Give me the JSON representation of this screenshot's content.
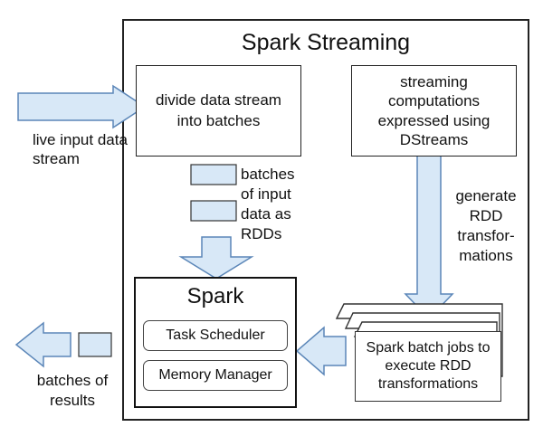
{
  "spark_streaming": {
    "title": "Spark Streaming",
    "divide_box": "divide data stream into batches",
    "streaming_box": "streaming computations expressed using DStreams"
  },
  "input": {
    "label": "live input data stream"
  },
  "batches_input": {
    "label": "batches of input data as RDDs"
  },
  "generate": {
    "label": "generate RDD transfor-mations"
  },
  "spark": {
    "title": "Spark",
    "task_scheduler": "Task Scheduler",
    "memory_manager": "Memory Manager"
  },
  "batch_jobs": {
    "label": "Spark batch jobs to execute RDD transformations"
  },
  "output": {
    "label": "batches of results"
  },
  "colors": {
    "arrow_fill": "#d8e8f7",
    "arrow_stroke": "#5b86b8",
    "border": "#222222"
  }
}
